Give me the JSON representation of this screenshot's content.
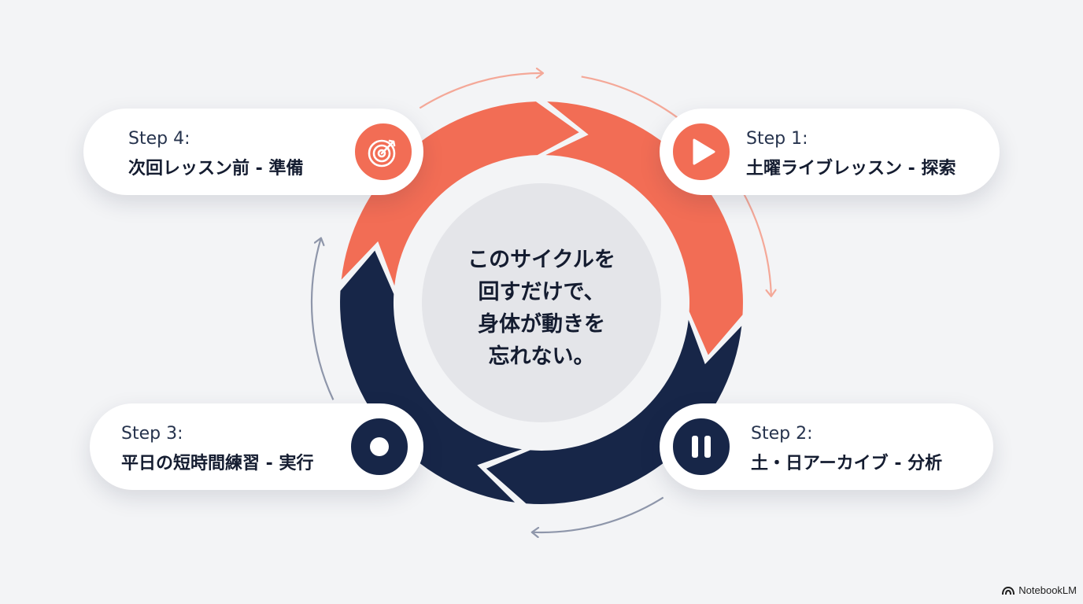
{
  "center_text": [
    "このサイクルを",
    "回すだけで、",
    "身体が動きを",
    "忘れない。"
  ],
  "steps": [
    {
      "step": "Step 1:",
      "title": "土曜ライブレッスン - 探索",
      "icon": "play-icon",
      "color": "#f26d55"
    },
    {
      "step": "Step 2:",
      "title": "土・日アーカイブ - 分析",
      "icon": "pause-icon",
      "color": "#172648"
    },
    {
      "step": "Step 3:",
      "title": "平日の短時間練習 - 実行",
      "icon": "record-icon",
      "color": "#172648"
    },
    {
      "step": "Step 4:",
      "title": "次回レッスン前 - 準備",
      "icon": "target-icon",
      "color": "#f26d55"
    }
  ],
  "colors": {
    "coral": "#f26d55",
    "navy": "#172648",
    "center_disc": "#e4e5e9",
    "background": "#f3f4f6"
  },
  "brand": "NotebookLM"
}
